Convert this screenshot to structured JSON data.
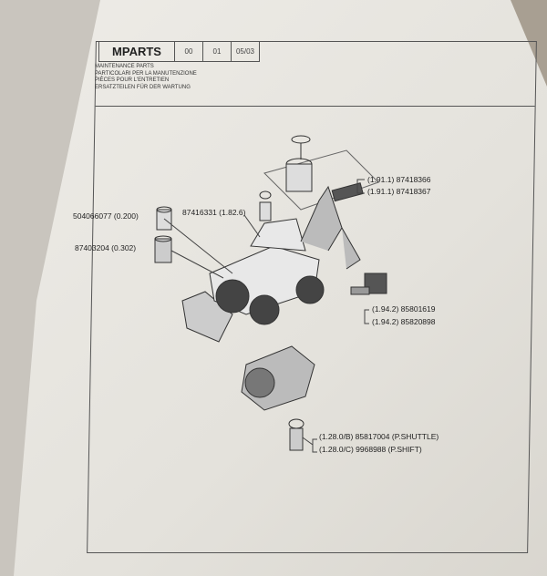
{
  "header": {
    "title": "MPARTS",
    "code1": "00",
    "code2": "01",
    "date": "05/03"
  },
  "subtitle_lines": [
    "MAINTENANCE PARTS",
    "PARTICOLARI PER LA MANUTENZIONE",
    "PIÈCES POUR L'ENTRETIEN",
    "ERSATZTEILEN FÜR DER WARTUNG"
  ],
  "labels": {
    "air1": "(1.91.1) 87418366",
    "air2": "(1.91.1) 87418367",
    "fuel": "504066077 (0.200)",
    "hyd": "87416331 (1.82.6)",
    "oil": "87403204 (0.302)",
    "cab1": "(1.94.2) 85801619",
    "cab2": "(1.94.2) 85820898",
    "trans1": "(1.28.0/B) 85817004 (P.SHUTTLE)",
    "trans2": "(1.28.0/C) 9968988 (P.SHIFT)"
  }
}
